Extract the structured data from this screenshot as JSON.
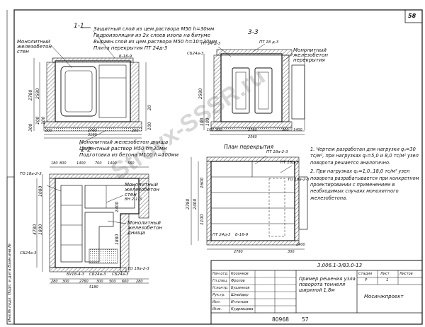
{
  "sheet": {
    "page_number": "58",
    "inventory_number": "80968",
    "copy_number": "57",
    "watermark": "Stroyx-SSSR.ru"
  },
  "section_1_1": {
    "title": "1-1",
    "wall_label": "Монолитный железобетон стен",
    "layers": [
      "Защитный слой из цем.раствора М50 h=30мм",
      "Гидроизоляция из 2х слоев изола на битуме",
      "Выравн.слой из цем.раствора М50 h=10=30мм",
      "Плита перекрытия ПТ 24д-3"
    ],
    "block_mark": "Б-16-9",
    "bottom_labels": [
      "Монолитный железобетон днища",
      "Цементный раствор М50 h=30мм",
      "Подготовка из бетона М100 h=100мм"
    ],
    "dims_left": [
      "2780",
      "2580",
      "100",
      "100",
      "300"
    ],
    "dims_right": [
      "20",
      "100"
    ],
    "dims_bottom": [
      "300",
      "2760",
      "200",
      "3160"
    ]
  },
  "section_3_3": {
    "title": "3-3",
    "left_marks": [
      "СБ24а-3",
      "ПТ 24 д-3"
    ],
    "top_mark": "ПТ 18 д-3",
    "right_label": "Монолитный железобетон перекрытия",
    "dims_left": [
      "2580",
      "100",
      "100"
    ],
    "dims_bottom": [
      "100",
      "300",
      "2760",
      "300",
      "1400"
    ],
    "dims_bottom_total": "2560"
  },
  "section_2_2": {
    "title": "2-2",
    "dims_top": [
      "180",
      "800",
      "1400",
      "700",
      "1400",
      "560"
    ],
    "left_marks": [
      "ТО 18а-2-3",
      "СБ24а-3"
    ],
    "labels": [
      "Монолитный железобетон стен",
      "ВН 2-1-3",
      "Монолитный железобетон днища"
    ],
    "dims_left": [
      "1080",
      "4780",
      "1800",
      "1880",
      "2400"
    ],
    "bottom_marks": [
      "БУ18-4-3",
      "СБ24а-3",
      "СБ24а-3",
      "ТО 18а-2-3"
    ],
    "dims_bottom": [
      "280",
      "300",
      "2760",
      "300",
      "500",
      "600",
      "280"
    ],
    "dims_bottom_total": "5180"
  },
  "plan": {
    "title": "План перекрытия",
    "marks": [
      "ПТ 18а-2-3",
      "ПТ 18д-3",
      "ТО 18а-2-3",
      "Б-16-9",
      "ПТ 24д-3"
    ],
    "dims_left": [
      "2780",
      "2400",
      "1600",
      "1100"
    ],
    "dims_bottom": [
      "2760",
      "300",
      "1400"
    ]
  },
  "notes": [
    "1. Чертеж разработан для нагрузки q₀=30 тс/м², при нагрузках q₀=5,0 и 8,0 тс/м² узел поворота решается аналогично.",
    "2. При нагрузках q₀=1,0..18,0 тс/м² узел поворота разрабатывается при конкретном проектировании с применением в необходимых случаях монолитного железобетона."
  ],
  "side_stamp": {
    "text": "Инв.№ подл.   Подп. и дата   Взам.инв.№"
  },
  "title_block": {
    "code": "3.006.1-3/83.0-13",
    "title": "Пример решения узла поворота тоннеля шириной 1,8м",
    "org": "Мосинжпроект",
    "col_stage": "Стадия",
    "col_sheet": "Лист",
    "col_sheets": "Листов",
    "stage": "Р",
    "sheet_no": "1",
    "signers": [
      [
        "Нач.отд.",
        "Косенков"
      ],
      [
        "Гл.спец.",
        "Фролов"
      ],
      [
        "Н.контр.",
        "Бушенков"
      ],
      [
        "Рук.гр.",
        "Шнейдер"
      ],
      [
        "Исп.",
        "Игнатьев"
      ],
      [
        "Инж.",
        "Кудрявцева"
      ]
    ]
  },
  "colors": {
    "ink": "#111111",
    "paper": "#ffffff",
    "hatch": "#555555"
  }
}
